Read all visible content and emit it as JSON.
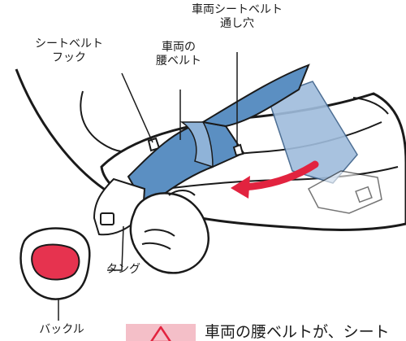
{
  "labels": {
    "seatbelt_hole": "車両シートベルト\n通し穴",
    "belt_hook": "シートベルト\nフック",
    "lap_belt": "車両の\n腰ベルト",
    "tongue": "タング",
    "buckle": "バックル"
  },
  "caution": {
    "text": "車両の腰ベルトが、シート",
    "icon": "warning-triangle-icon"
  },
  "colors": {
    "belt_blue": "#5b8fc2",
    "belt_blue_light": "#9fbcdc",
    "arrow_red": "#e2233f",
    "buckle_red": "#e6334f",
    "caution_bg": "#f4bfc8",
    "outline": "#1a1a1a"
  }
}
